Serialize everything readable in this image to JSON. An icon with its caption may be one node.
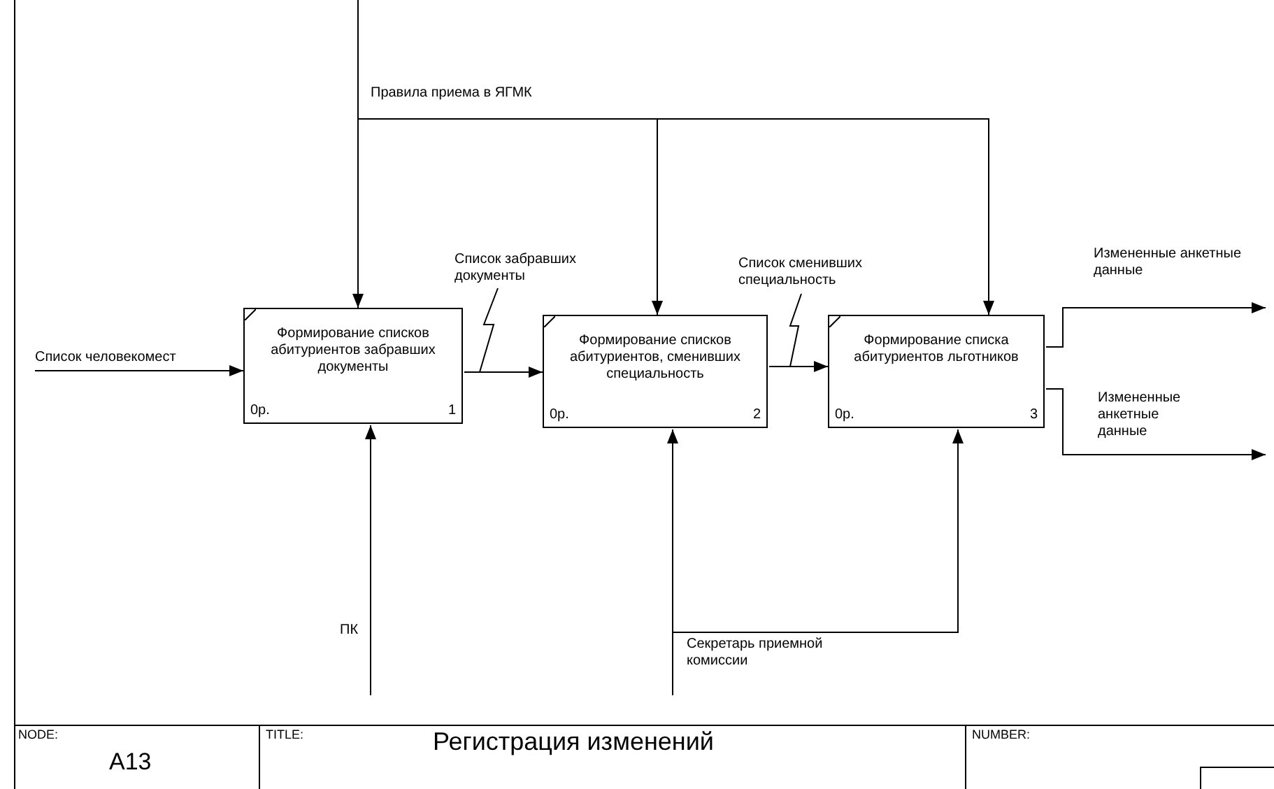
{
  "diagram": {
    "title": "Регистрация изменений",
    "nodes": [
      {
        "text": [
          "Формирование списков абитуриентов забравших документы",
          "0р.",
          "1"
        ]
      },
      {
        "text": [
          "Формирование списков абитуриентов, сменивших специальность",
          "0р.",
          "2"
        ]
      },
      {
        "text": [
          "Формирование списка абитуриентов льготников",
          "0р.",
          "3"
        ]
      }
    ],
    "edges": [
      {
        "from": null,
        "to": 0,
        "arrow": "to",
        "label": "Список человекомест"
      },
      {
        "from": null,
        "to": 0,
        "arrow": "to",
        "label": "Правила приема в ЯГМК"
      },
      {
        "from": null,
        "to": 1,
        "arrow": "to"
      },
      {
        "from": null,
        "to": 2,
        "arrow": "to"
      },
      {
        "from": 0,
        "to": 1,
        "arrow": "to",
        "label": "Список забравших документы"
      },
      {
        "from": 1,
        "to": 2,
        "arrow": "to",
        "label": "Список сменивших специальность"
      },
      {
        "from": 2,
        "to": null,
        "arrow": "to",
        "label": "Измененные анкетные данные"
      },
      {
        "from": 2,
        "to": null,
        "arrow": "to",
        "label": "Измененные анкетные данные"
      },
      {
        "from": null,
        "to": 0,
        "arrow": "to",
        "label": "ПК"
      },
      {
        "from": null,
        "to": 1,
        "arrow": "to",
        "label": "Секретарь приемной комиссии"
      },
      {
        "from": null,
        "to": 2,
        "arrow": "to"
      }
    ],
    "labels": [
      "NODE:",
      "A13",
      "TITLE:",
      "NUMBER:"
    ]
  }
}
